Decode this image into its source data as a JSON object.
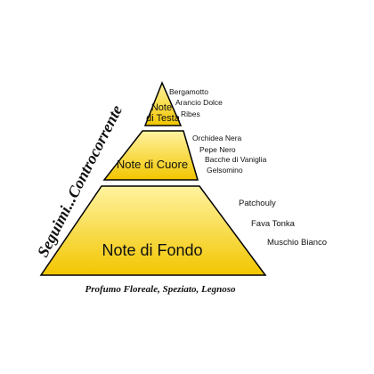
{
  "side_title": "Seguimi...Controcorrente",
  "caption": "Profumo Floreale, Speziato, Legnoso",
  "tiers": [
    {
      "name_lines": [
        "Note",
        "di Testa"
      ],
      "notes": [
        "Bergamotto",
        "Arancio Dolce",
        "Ribes"
      ]
    },
    {
      "name_lines": [
        "Note di Cuore"
      ],
      "notes": [
        "Orchidea Nera",
        "Pepe Nero",
        "Bacche di Vaniglia",
        "Gelsomino"
      ]
    },
    {
      "name_lines": [
        "Note di Fondo"
      ],
      "notes": [
        "Patchouly",
        "Fava Tonka",
        "Muschio Bianco"
      ]
    }
  ],
  "colors": {
    "fill_light": "#fff3a0",
    "fill_dark": "#f2c600",
    "outline": "#000000"
  }
}
